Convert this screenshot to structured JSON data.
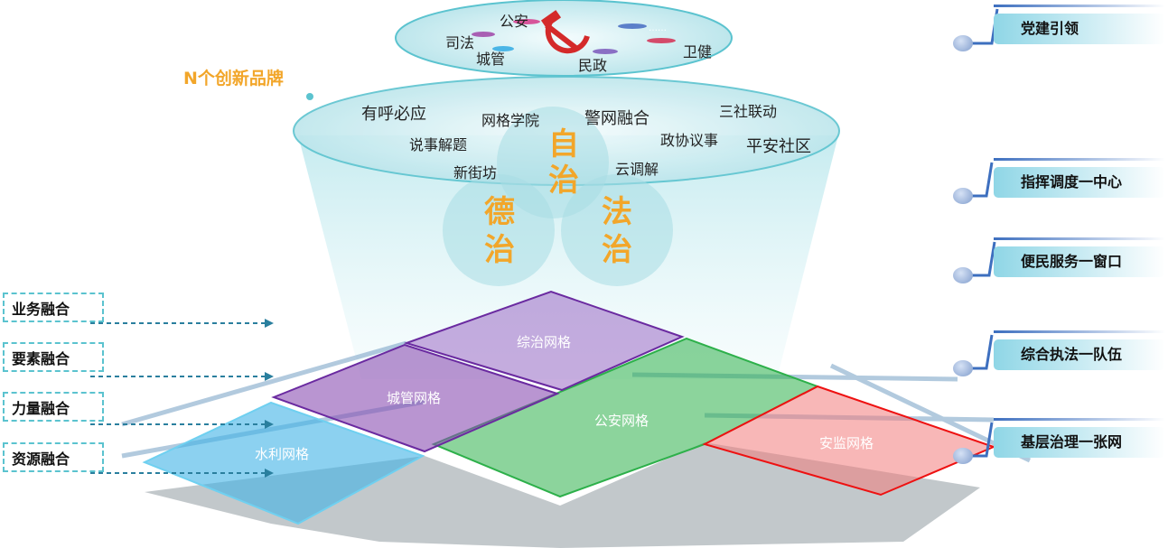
{
  "top_disc": {
    "items": [
      "公安",
      "司法",
      "城管",
      "民政",
      "卫健"
    ],
    "ellipsis": "……"
  },
  "brand_title": "N个创新品牌",
  "brands": [
    "有呼必应",
    "网格学院",
    "警网融合",
    "三社联动",
    "说事解题",
    "政协议事",
    "平安社区",
    "新街坊",
    "云调解"
  ],
  "circles": {
    "zizhi": [
      "自",
      "治"
    ],
    "dezhi": [
      "德",
      "治"
    ],
    "fazhi": [
      "法",
      "治"
    ]
  },
  "grids": [
    "综治网格",
    "城管网格",
    "水利网格",
    "公安网格",
    "安监网格"
  ],
  "left_labels": [
    "业务融合",
    "要素融合",
    "力量融合",
    "资源融合"
  ],
  "right_labels": [
    "党建引领",
    "指挥调度一中心",
    "便民服务一窗口",
    "综合执法一队伍",
    "基层治理一张网"
  ],
  "colors": {
    "accent": "#f2a62a",
    "cyan": "#5bc3cf",
    "party_red": "#d42a2a"
  }
}
